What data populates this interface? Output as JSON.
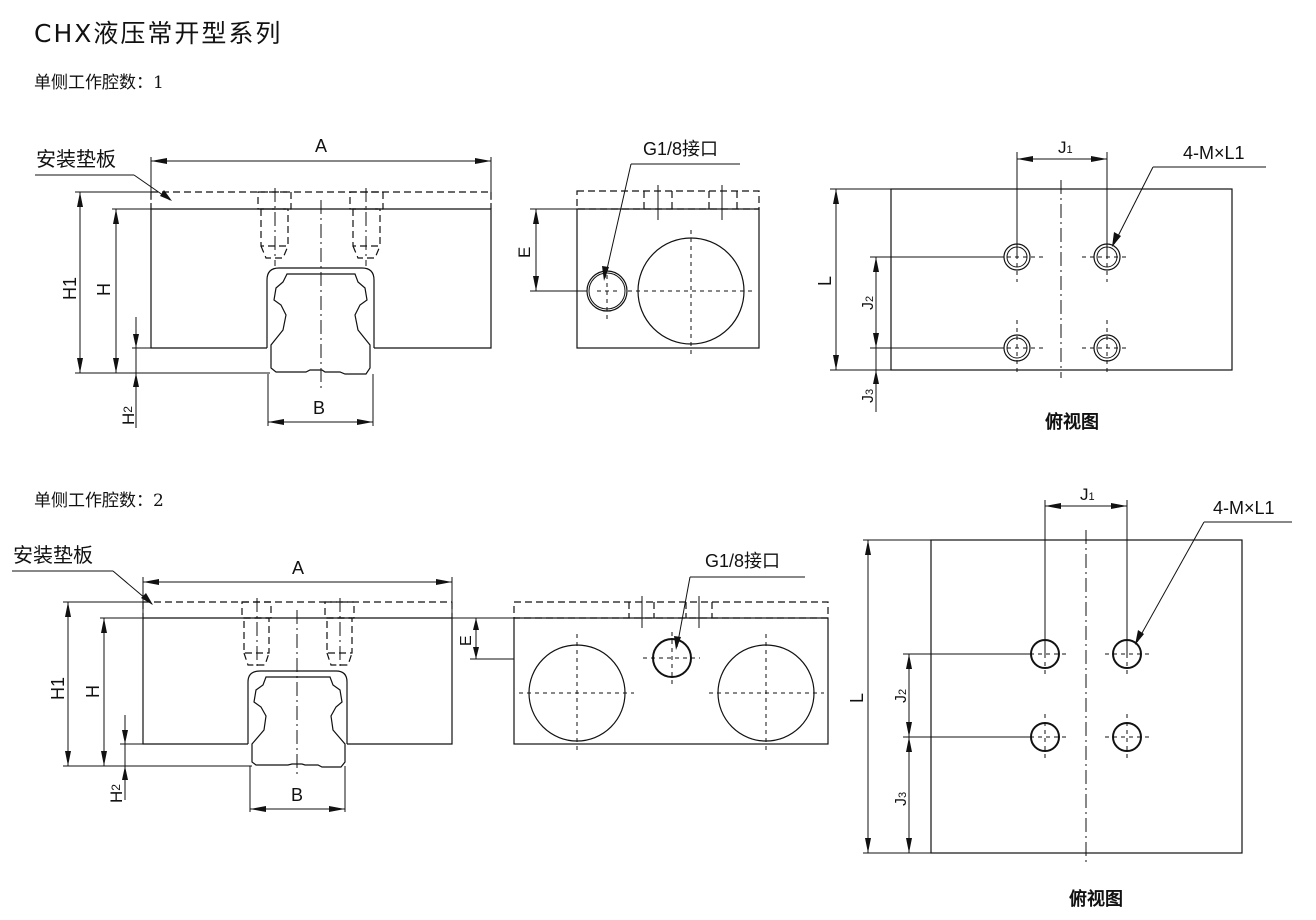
{
  "title": "CHX液压常开型系列",
  "sections": [
    {
      "subtitle": "单侧工作腔数：1",
      "front_view": {
        "callout": "安装垫板",
        "dims": {
          "A": "A",
          "B": "B",
          "H": "H",
          "H1": "H1",
          "H2_main": "H",
          "H2_sub": "2"
        }
      },
      "side_view": {
        "callout": "G1/8接口",
        "dims": {
          "E": "E"
        }
      },
      "top_view": {
        "callout": "4-M×L1",
        "caption": "俯视图",
        "dims": {
          "L": "L",
          "J1_main": "J",
          "J1_sub": "1",
          "J2_main": "J",
          "J2_sub": "2",
          "J3_main": "J",
          "J3_sub": "3"
        }
      }
    },
    {
      "subtitle": "单侧工作腔数：2",
      "front_view": {
        "callout": "安装垫板",
        "dims": {
          "A": "A",
          "B": "B",
          "H": "H",
          "H1": "H1",
          "H2_main": "H",
          "H2_sub": "2",
          "E": "E"
        }
      },
      "side_view": {
        "callout": "G1/8接口"
      },
      "top_view": {
        "callout": "4-M×L1",
        "caption": "俯视图",
        "dims": {
          "L": "L",
          "J1_main": "J",
          "J1_sub": "1",
          "J2_main": "J",
          "J2_sub": "2",
          "J3_main": "J",
          "J3_sub": "3"
        }
      }
    }
  ]
}
